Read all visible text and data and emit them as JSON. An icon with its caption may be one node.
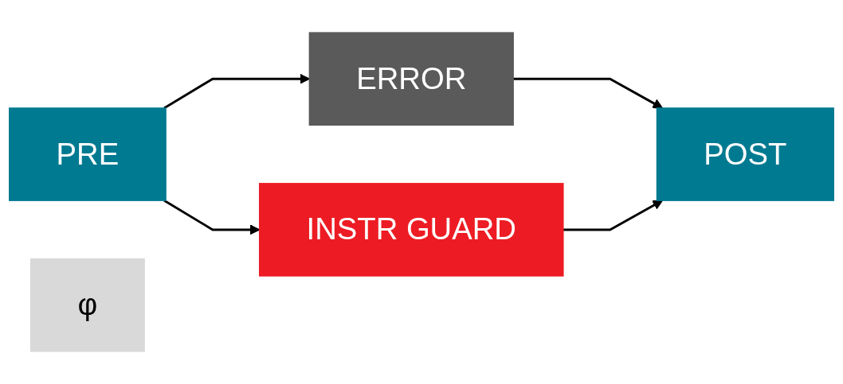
{
  "diagram": {
    "nodes": [
      {
        "text": [
          "PRE"
        ]
      },
      {
        "text": [
          "ERROR"
        ]
      },
      {
        "text": [
          "INSTR GUARD"
        ]
      },
      {
        "text": [
          "φ"
        ]
      },
      {
        "text": [
          "POST"
        ]
      }
    ],
    "edges": [
      {
        "from": 0,
        "to": 1,
        "arrow": "to"
      },
      {
        "from": 0,
        "to": 2,
        "arrow": "to"
      },
      {
        "from": 1,
        "to": 4,
        "arrow": "to"
      },
      {
        "from": 2,
        "to": 4,
        "arrow": "to"
      }
    ]
  }
}
